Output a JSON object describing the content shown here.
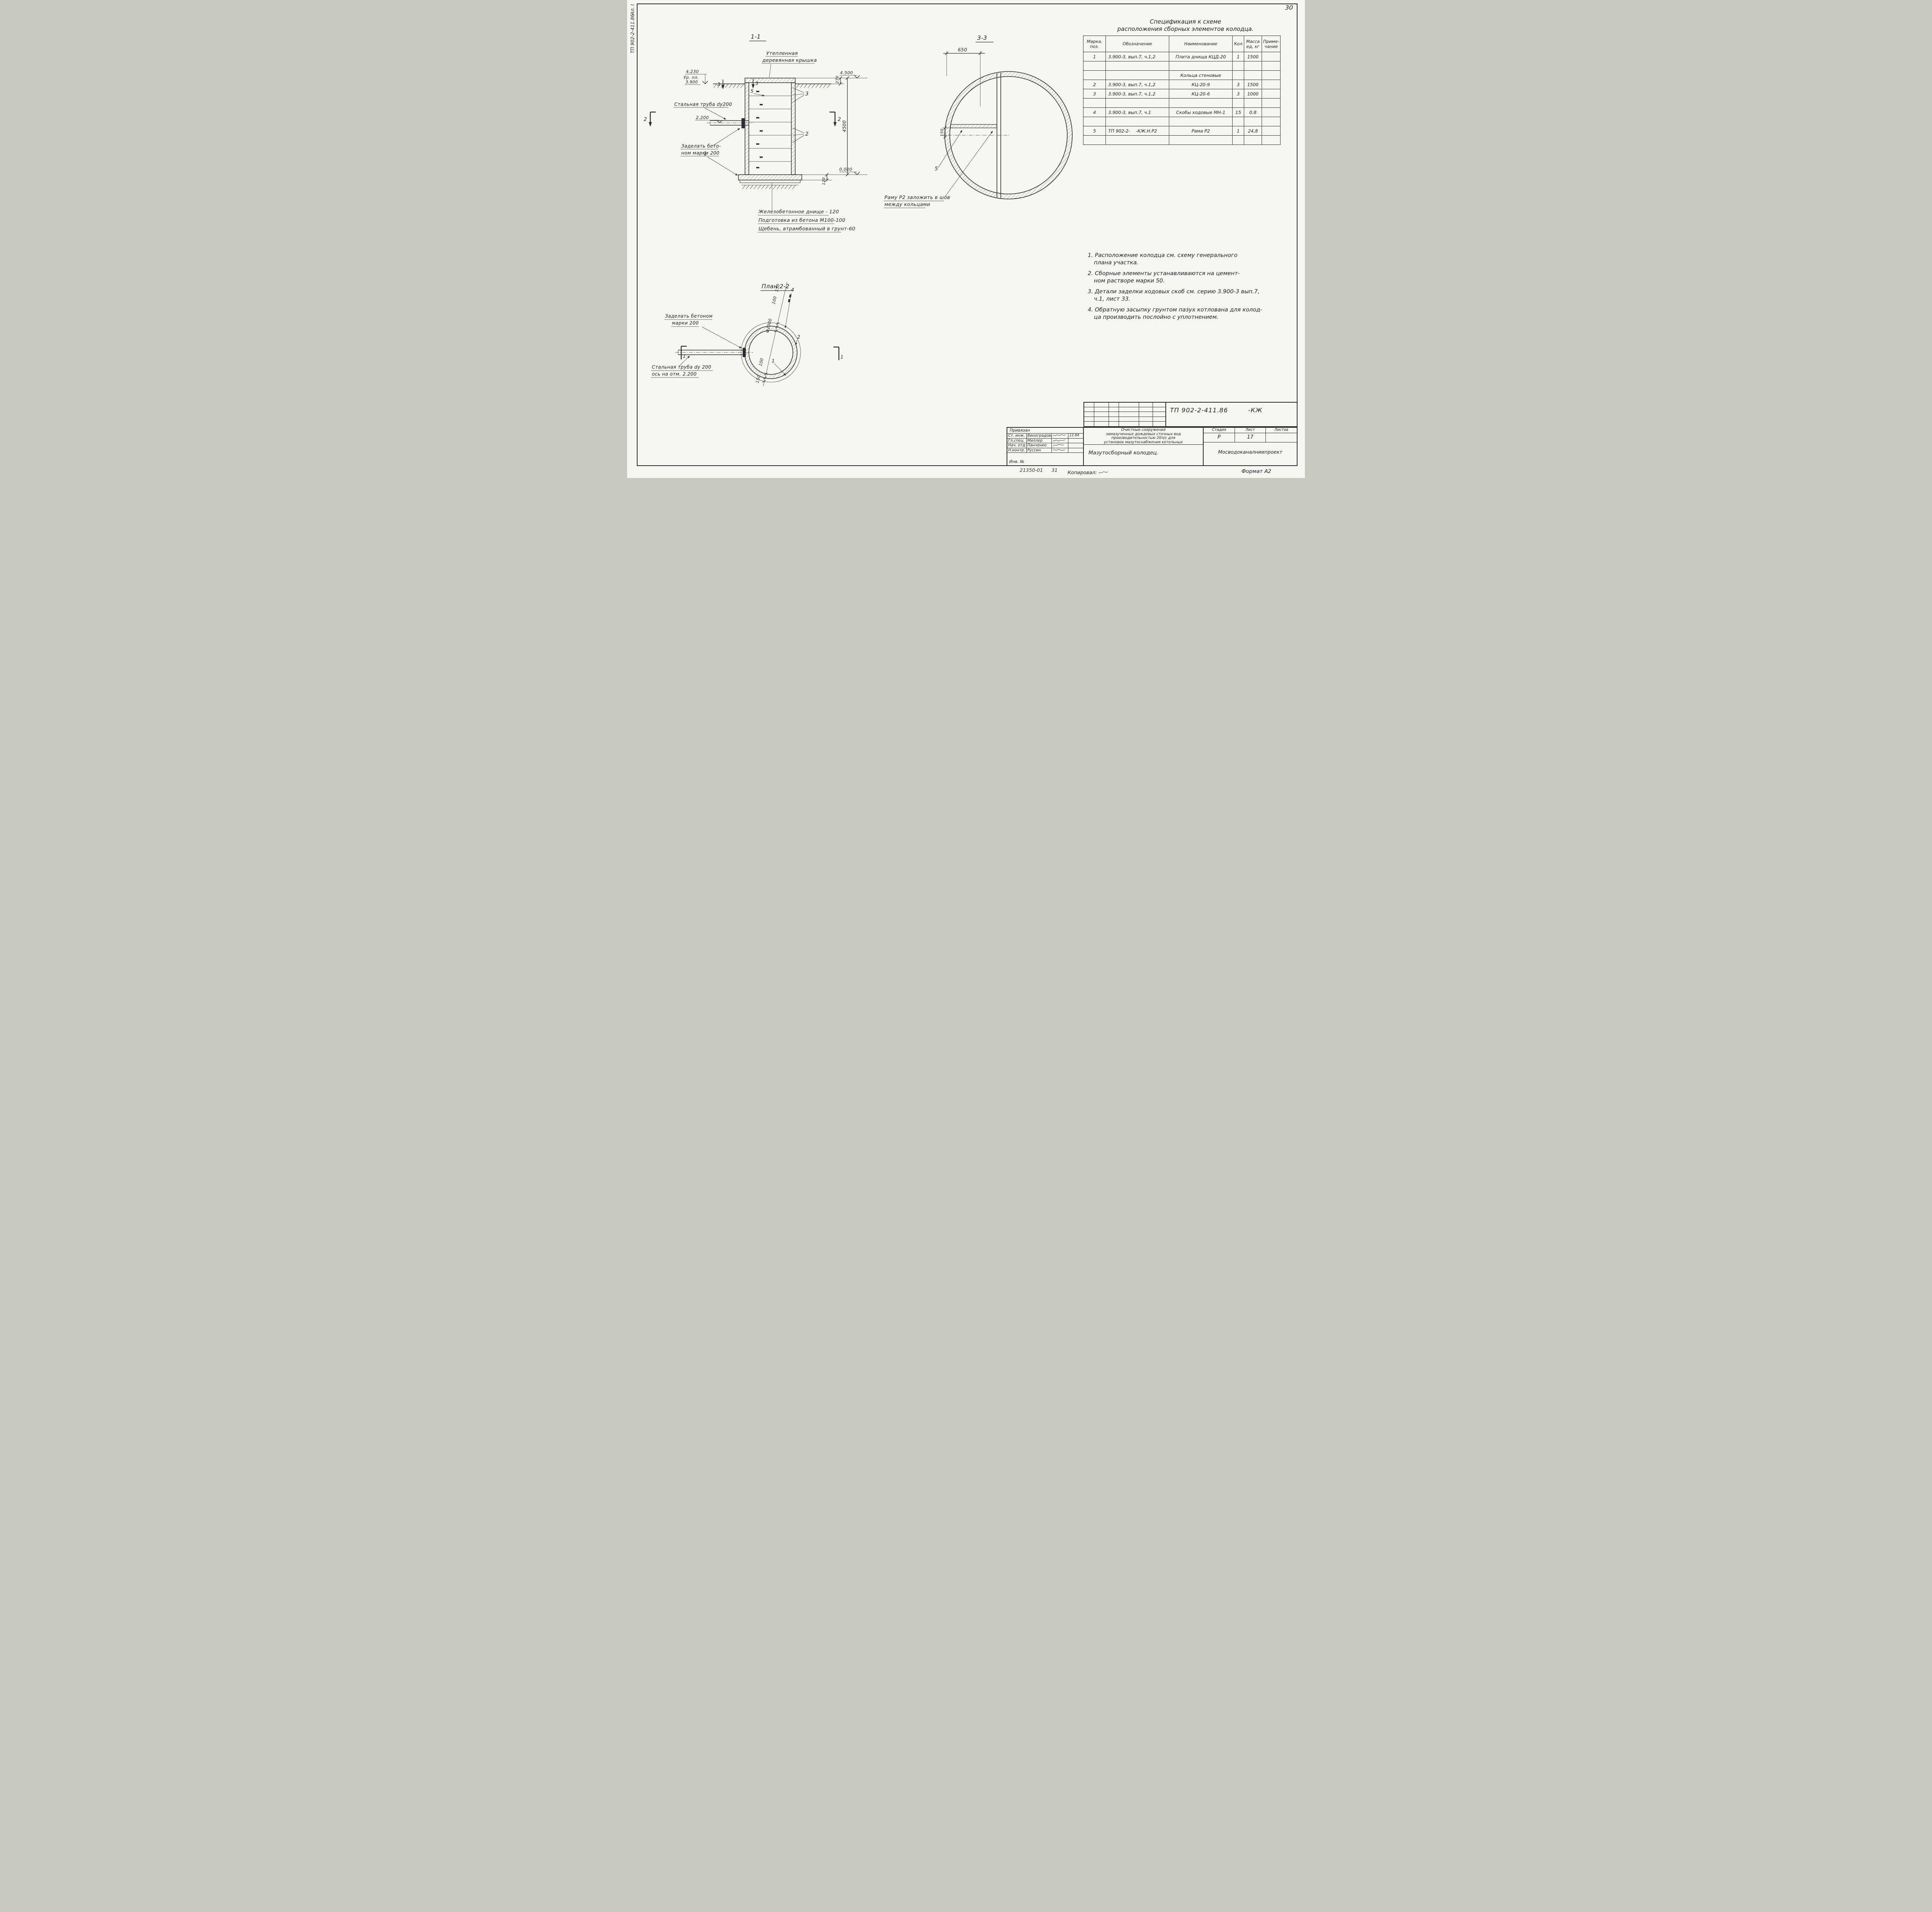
{
  "page": {
    "sheet_no": "30",
    "album": "Ал. I",
    "side_doc": "ТП 902-2-411.86",
    "inv": "Инв. №",
    "order": "21350-01",
    "order2": "31",
    "copied": "Копировал:",
    "format": "Формат А2"
  },
  "s11": {
    "title": "1-1",
    "cover1": "Утепленная",
    "cover2": "деревянная крышка",
    "lv4500": "4.500",
    "d270": "270",
    "d4500": "4500",
    "lv0": "0.000",
    "d120": "120",
    "lv4230": "4.230",
    "urpl": "Ур. пл.",
    "lv3900": "3.900",
    "lv2200": "2.200",
    "pipe": "Стальная труба dy200",
    "emb1": "Заделать бето-",
    "emb2": "ном марки 200",
    "m1": "1",
    "m2": "2",
    "m3": "3",
    "m5": "5",
    "fn1": "Железобетонное днище - 120",
    "fn2": "Подготовка из бетона М100-100",
    "fn3": "Щебень, втрамбованный в грунт-60"
  },
  "s33": {
    "title": "3-3",
    "d650": "650",
    "d150": "150",
    "m5": "5",
    "note1": "Раму Р2 заложить в шов",
    "note2": "между кольцами"
  },
  "p22": {
    "title": "План 2-2",
    "emb1": "Заделать бетоном",
    "emb2": "марки 200",
    "pipe1": "Стальная труба dy 200",
    "pipe2": "ось на отм. 2.200",
    "dim_top1": "150",
    "dim_top2": "100",
    "dim_mid": "Ф2000",
    "dim_bot1": "100",
    "dim_bot2": "150",
    "m4": "4",
    "m2": "2",
    "m1": "1",
    "sec": "1"
  },
  "spec": {
    "title1": "Спецификация  к схеме",
    "title2": "расположения  сборных  элементов  колодца.",
    "h_mark": "Марка,\nпоз.",
    "h_des": "Обозначение",
    "h_name": "Наименование",
    "h_qty": "Кол",
    "h_mass": "Масса\nед, кг",
    "h_note": "Приме-\nчание",
    "rows": [
      {
        "m": "1",
        "d": "3.900-3, вып.7, ч.1,2",
        "n": "Плита днища КЦД-20",
        "q": "1",
        "w": "1500",
        "p": ""
      },
      {
        "m": "",
        "d": "",
        "n": "",
        "q": "",
        "w": "",
        "p": ""
      },
      {
        "m": "",
        "d": "",
        "n": "Кольца стеновые",
        "q": "",
        "w": "",
        "p": ""
      },
      {
        "m": "2",
        "d": "3.900-3, вып.7, ч.1,2",
        "n": "КЦ-20-9",
        "q": "3",
        "w": "1500",
        "p": ""
      },
      {
        "m": "3",
        "d": "3.900-3, вып.7, ч.1,2",
        "n": "КЦ-20-6",
        "q": "3",
        "w": "1000",
        "p": ""
      },
      {
        "m": "",
        "d": "",
        "n": "",
        "q": "",
        "w": "",
        "p": ""
      },
      {
        "m": "4",
        "d": "3.900-3, вып.7, ч.1",
        "n": "Скобы ходовые МН-1",
        "q": "15",
        "w": "0.8",
        "p": ""
      },
      {
        "m": "",
        "d": "",
        "n": "",
        "q": "",
        "w": "",
        "p": ""
      },
      {
        "m": "5",
        "d": "ТП 902-2-    -КЖ.Н.Р2",
        "n": "Рама Р2",
        "q": "1",
        "w": "24,8",
        "p": ""
      },
      {
        "m": "",
        "d": "",
        "n": "",
        "q": "",
        "w": "",
        "p": ""
      }
    ]
  },
  "notes": [
    {
      "a": "1. Расположение колодца см. схему генерального",
      "b": "плана участка."
    },
    {
      "a": "2. Сборные элементы устанавливаются на цемент-",
      "b": "ном растворе марки 50."
    },
    {
      "a": "3. Детали заделки ходовых скоб см. серию 3.900-3 вып.7,",
      "b": "ч.1, лист 33."
    },
    {
      "a": "4. Обратную засыпку грунтом пазух котлована для колод-",
      "b": "ца производить послойно с уплотнением."
    }
  ],
  "tb": {
    "doc": "ТП 902-2-411.86",
    "suffix": "-КЖ",
    "binding": "Привязан",
    "r1_role": "Ст. инж.",
    "r1_name": "Виноградова",
    "r1_date": "12.84",
    "r2_role": "Гл.спец.",
    "r2_name": "Миллер",
    "r3_role": "Нач. отд.",
    "r3_name": "Панченко",
    "r4_role": "Н.контр.",
    "r4_name": "Руссин",
    "pr1": "Очистные сооружения",
    "pr2": "замазученных дождевых сточных вод",
    "pr3": "производительностью 20л/с для",
    "pr4": "установок мазутоснабжения котельных",
    "object": "Мазутосборный колодец.",
    "stage_h": "Стадия",
    "sheet_h": "Лист",
    "sheets_h": "Листов",
    "stage": "Р",
    "sheet": "17",
    "sheets": "",
    "org": "Мосводоканалниипроект"
  }
}
